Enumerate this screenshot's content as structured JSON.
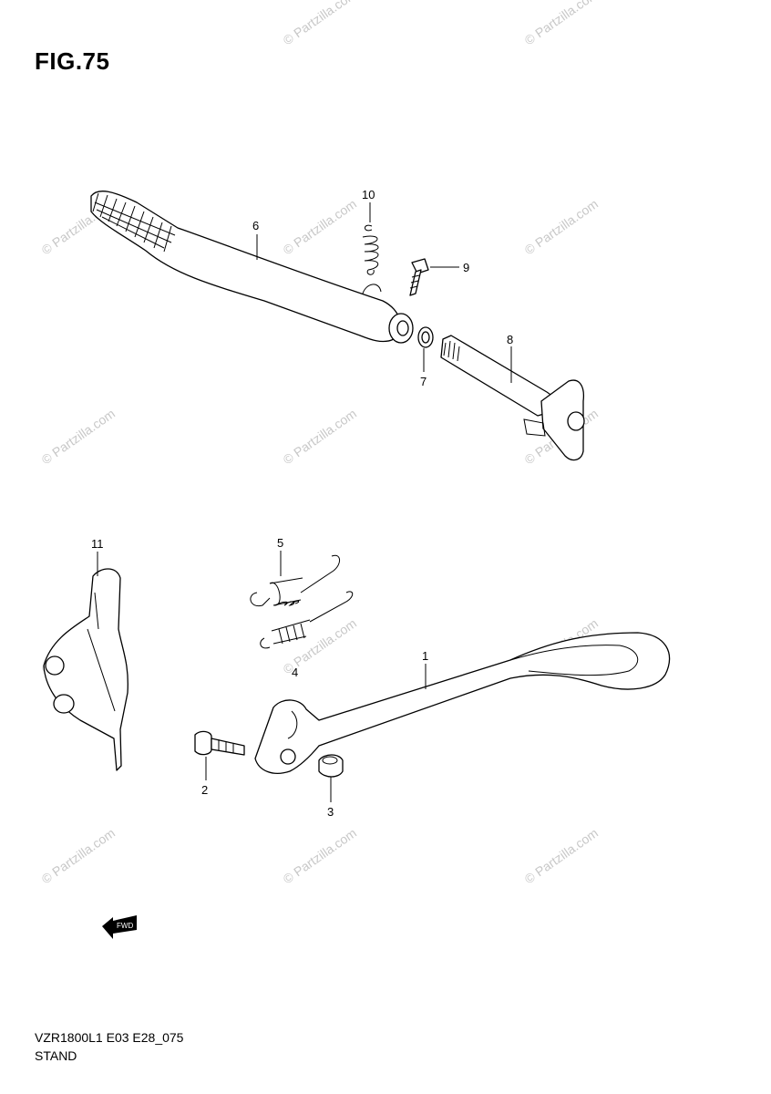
{
  "figure": {
    "title": "FIG.75",
    "model_code": "VZR1800L1 E03 E28_075",
    "section_name": "STAND"
  },
  "callouts": [
    {
      "id": "callout-1",
      "label": "1"
    },
    {
      "id": "callout-2",
      "label": "2"
    },
    {
      "id": "callout-3",
      "label": "3"
    },
    {
      "id": "callout-4",
      "label": "4"
    },
    {
      "id": "callout-5",
      "label": "5"
    },
    {
      "id": "callout-6",
      "label": "6"
    },
    {
      "id": "callout-7",
      "label": "7"
    },
    {
      "id": "callout-8",
      "label": "8"
    },
    {
      "id": "callout-9",
      "label": "9"
    },
    {
      "id": "callout-10",
      "label": "10"
    },
    {
      "id": "callout-11",
      "label": "11"
    }
  ],
  "watermark": "© Partzilla.com",
  "front_arrow_text": "FWD"
}
